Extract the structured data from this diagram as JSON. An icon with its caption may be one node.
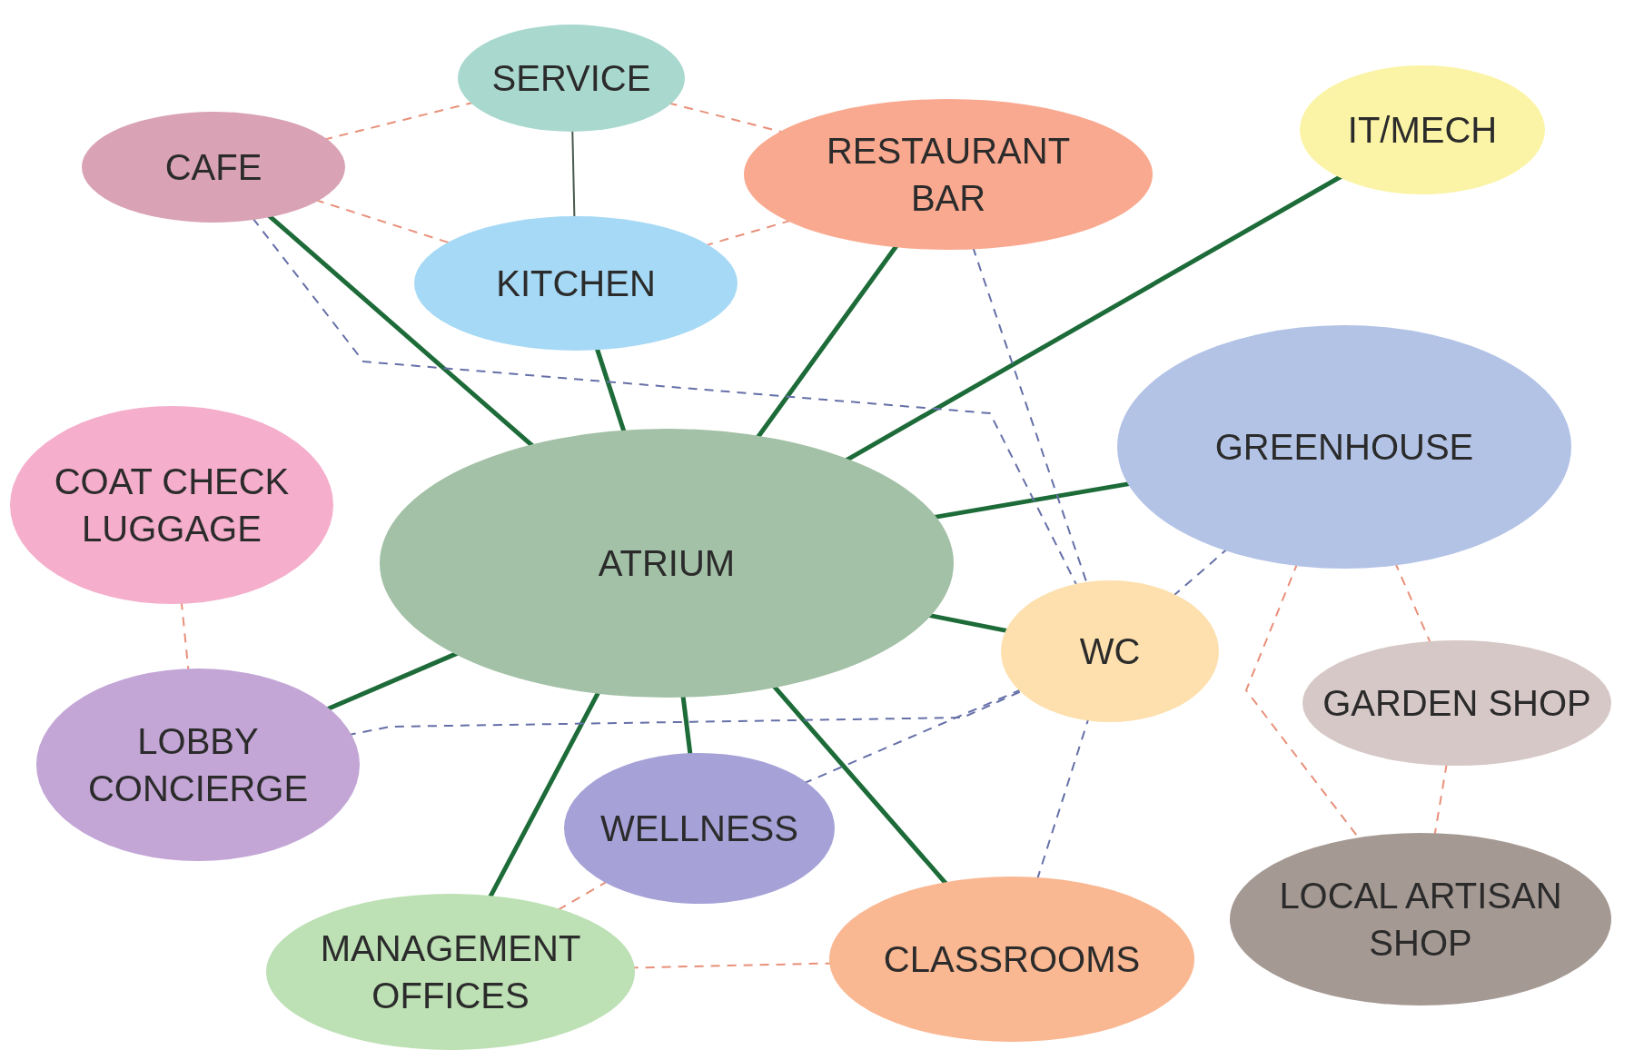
{
  "diagram": {
    "nodes": [
      {
        "text": [
          "SERVICE"
        ]
      },
      {
        "text": [
          "CAFE"
        ]
      },
      {
        "text": [
          "RESTAURANT BAR"
        ]
      },
      {
        "text": [
          "IT/MECH"
        ]
      },
      {
        "text": [
          "KITCHEN"
        ]
      },
      {
        "text": [
          "GREENHOUSE"
        ]
      },
      {
        "text": [
          "COAT CHECK LUGGAGE"
        ]
      },
      {
        "text": [
          "ATRIUM"
        ]
      },
      {
        "text": [
          "WC"
        ]
      },
      {
        "text": [
          "LOBBY CONCIERGE"
        ]
      },
      {
        "text": [
          "GARDEN SHOP"
        ]
      },
      {
        "text": [
          "WELLNESS"
        ]
      },
      {
        "text": [
          "MANAGEMENT OFFICES"
        ]
      },
      {
        "text": [
          "CLASSROOMS"
        ]
      },
      {
        "text": [
          "LOCAL ARTISAN SHOP"
        ]
      }
    ],
    "edges": [
      {
        "from": 7,
        "to": 1,
        "arrow": "none",
        "style": "thick"
      },
      {
        "from": 7,
        "to": 4,
        "arrow": "none",
        "style": "thick"
      },
      {
        "from": 7,
        "to": 2,
        "arrow": "none",
        "style": "thick"
      },
      {
        "from": 7,
        "to": 3,
        "arrow": "none",
        "style": "thick"
      },
      {
        "from": 7,
        "to": 5,
        "arrow": "none",
        "style": "thick"
      },
      {
        "from": 7,
        "to": 8,
        "arrow": "none",
        "style": "thick"
      },
      {
        "from": 7,
        "to": 9,
        "arrow": "none",
        "style": "thick"
      },
      {
        "from": 7,
        "to": 12,
        "arrow": "none",
        "style": "thick"
      },
      {
        "from": 7,
        "to": 11,
        "arrow": "none",
        "style": "thick"
      },
      {
        "from": 7,
        "to": 13,
        "arrow": "none",
        "style": "thick"
      },
      {
        "from": 0,
        "to": 4,
        "arrow": "none",
        "color": "#4a5a50"
      },
      {
        "from": 1,
        "to": 0,
        "arrow": "none",
        "style": "dashed",
        "color": "#e8907a"
      },
      {
        "from": 0,
        "to": 2,
        "arrow": "none",
        "style": "dashed",
        "color": "#e8907a"
      },
      {
        "from": 1,
        "to": 4,
        "arrow": "none",
        "style": "dashed",
        "color": "#e8907a"
      },
      {
        "from": 4,
        "to": 2,
        "arrow": "none",
        "style": "dashed",
        "color": "#e8907a"
      },
      {
        "from": 6,
        "to": 9,
        "arrow": "none",
        "style": "dashed",
        "color": "#e8907a"
      },
      {
        "from": 11,
        "to": 12,
        "arrow": "none",
        "style": "dashed",
        "color": "#e8907a"
      },
      {
        "from": 12,
        "to": 13,
        "arrow": "none",
        "style": "dashed",
        "color": "#e8907a"
      },
      {
        "from": 5,
        "to": 10,
        "arrow": "none",
        "style": "dashed",
        "color": "#e8907a"
      },
      {
        "from": 5,
        "to": 14,
        "arrow": "none",
        "style": "dashed",
        "color": "#e8907a"
      },
      {
        "from": 10,
        "to": 14,
        "arrow": "none",
        "style": "dashed",
        "color": "#e8907a"
      },
      {
        "from": 1,
        "to": 8,
        "arrow": "none",
        "style": "dashed",
        "color": "#6670a8"
      },
      {
        "from": 2,
        "to": 8,
        "arrow": "none",
        "style": "dashed",
        "color": "#6670a8"
      },
      {
        "from": 5,
        "to": 8,
        "arrow": "none",
        "style": "dashed",
        "color": "#6670a8"
      },
      {
        "from": 9,
        "to": 8,
        "arrow": "none",
        "style": "dashed",
        "color": "#6670a8"
      },
      {
        "from": 11,
        "to": 8,
        "arrow": "none",
        "style": "dashed",
        "color": "#6670a8"
      },
      {
        "from": 13,
        "to": 8,
        "arrow": "none",
        "style": "dashed",
        "color": "#6670a8"
      }
    ]
  }
}
